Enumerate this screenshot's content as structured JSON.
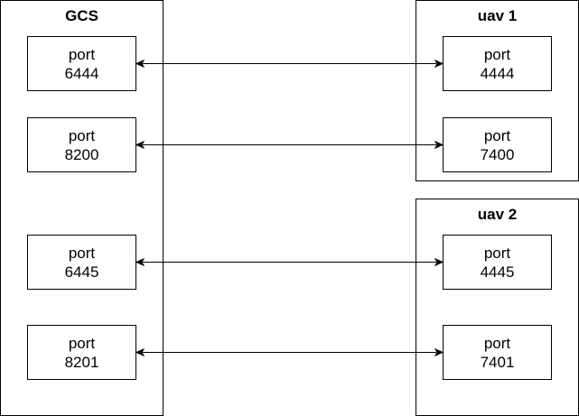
{
  "groups": {
    "gcs": {
      "title": "GCS",
      "ports": [
        {
          "line1": "port",
          "line2": "6444"
        },
        {
          "line1": "port",
          "line2": "8200"
        },
        {
          "line1": "port",
          "line2": "6445"
        },
        {
          "line1": "port",
          "line2": "8201"
        }
      ]
    },
    "uav1": {
      "title": "uav 1",
      "ports": [
        {
          "line1": "port",
          "line2": "4444"
        },
        {
          "line1": "port",
          "line2": "7400"
        }
      ]
    },
    "uav2": {
      "title": "uav 2",
      "ports": [
        {
          "line1": "port",
          "line2": "4445"
        },
        {
          "line1": "port",
          "line2": "7401"
        }
      ]
    }
  },
  "connections": [
    {
      "from": "gcs:6444",
      "to": "uav1:4444",
      "direction": "bidirectional"
    },
    {
      "from": "gcs:8200",
      "to": "uav1:7400",
      "direction": "bidirectional"
    },
    {
      "from": "gcs:6445",
      "to": "uav2:4445",
      "direction": "bidirectional"
    },
    {
      "from": "gcs:8201",
      "to": "uav2:7401",
      "direction": "bidirectional"
    }
  ],
  "colors": {
    "stroke": "#000000",
    "fill": "#ffffff",
    "text": "#000000"
  }
}
